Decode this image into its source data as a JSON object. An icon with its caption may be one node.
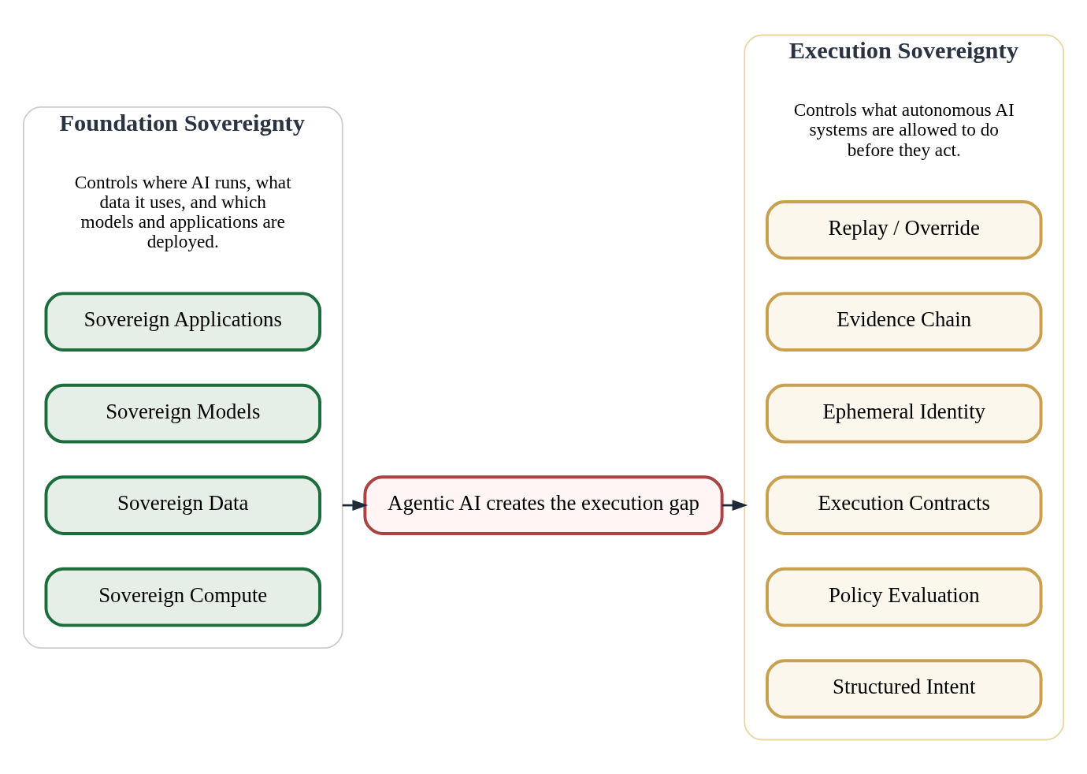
{
  "diagram": {
    "nodes": [
      {
        "text": [
          "Foundation Sovereignty",
          "Controls where AI runs, what data it uses, and which models and applications are deployed."
        ]
      },
      {
        "text": [
          "Sovereign Compute"
        ],
        "in": 0
      },
      {
        "text": [
          "Sovereign Data"
        ],
        "in": 0
      },
      {
        "text": [
          "Sovereign Models"
        ],
        "in": 0
      },
      {
        "text": [
          "Sovereign Applications"
        ],
        "in": 0
      },
      {
        "text": [
          "Agentic AI creates the execution gap"
        ]
      },
      {
        "text": [
          "Execution Sovereignty",
          "Controls what autonomous AI systems are allowed to do before they act."
        ]
      },
      {
        "text": [
          "Structured Intent"
        ],
        "in": 6
      },
      {
        "text": [
          "Policy Evaluation"
        ],
        "in": 6
      },
      {
        "text": [
          "Execution Contracts"
        ],
        "in": 6
      },
      {
        "text": [
          "Ephemeral Identity"
        ],
        "in": 6
      },
      {
        "text": [
          "Evidence Chain"
        ],
        "in": 6
      },
      {
        "text": [
          "Replay / Override"
        ],
        "in": 6
      }
    ],
    "edges": [
      {
        "from": 0,
        "to": 5,
        "arrow": "to"
      },
      {
        "from": 5,
        "to": 6,
        "arrow": "to"
      }
    ]
  }
}
